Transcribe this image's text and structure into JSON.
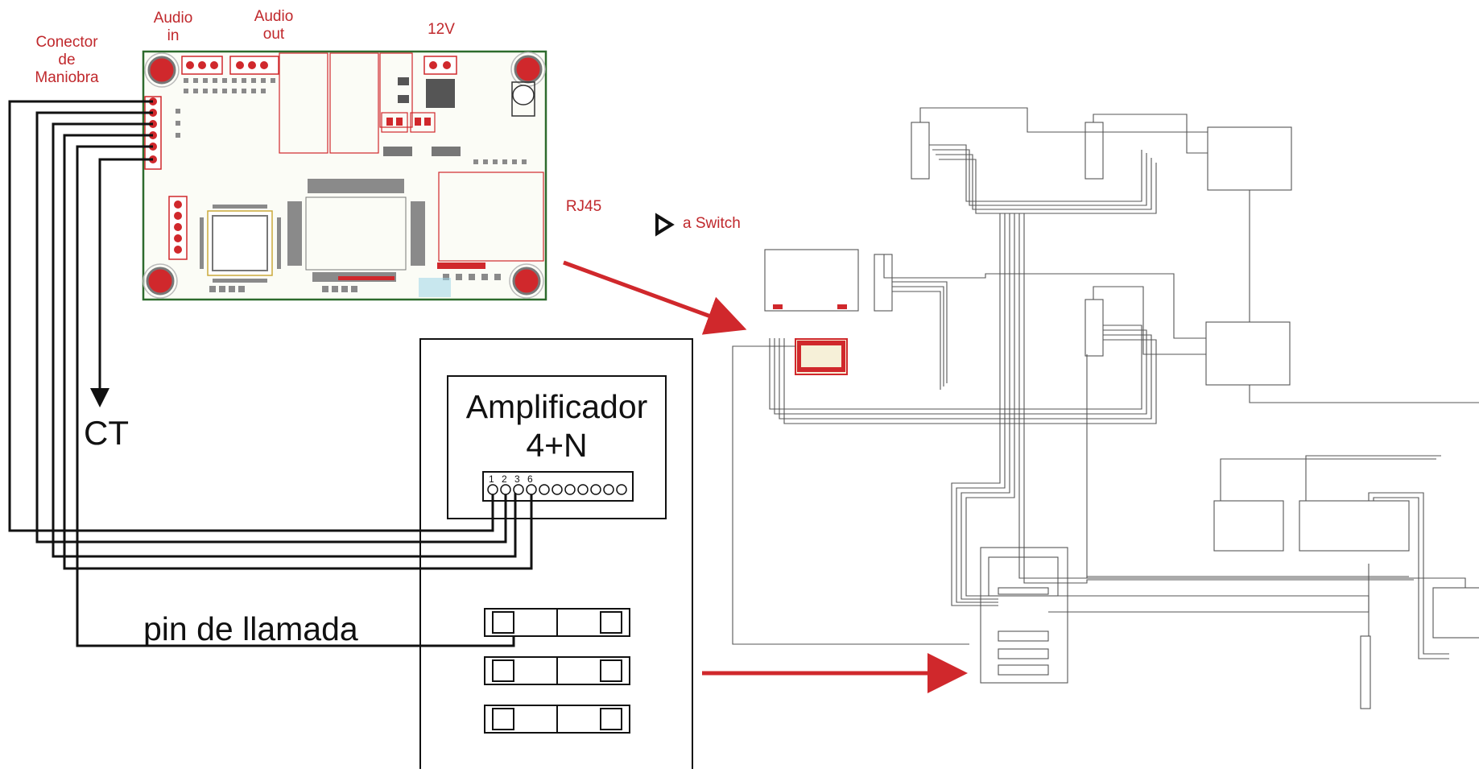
{
  "board_labels": {
    "connector": "Conector\nde\nManiobra",
    "audio_in": "Audio\nin",
    "audio_out": "Audio\nout",
    "power": "12V",
    "rj45": "RJ45",
    "switch": "a Switch"
  },
  "left_labels": {
    "ct": "CT",
    "amplifier_title": "Amplificador",
    "amplifier_subtitle": "4+N",
    "terminal_numbers": [
      "1",
      "2",
      "3",
      "6"
    ],
    "call_pin": "pin de llamada"
  },
  "colors": {
    "accent_red": "#d0282c",
    "label_red": "#c0282c",
    "pcb_green": "#2d6b2d",
    "chip_gray": "#8a8a8a",
    "line": "#111111"
  },
  "icons": [
    "play-triangle-icon"
  ]
}
